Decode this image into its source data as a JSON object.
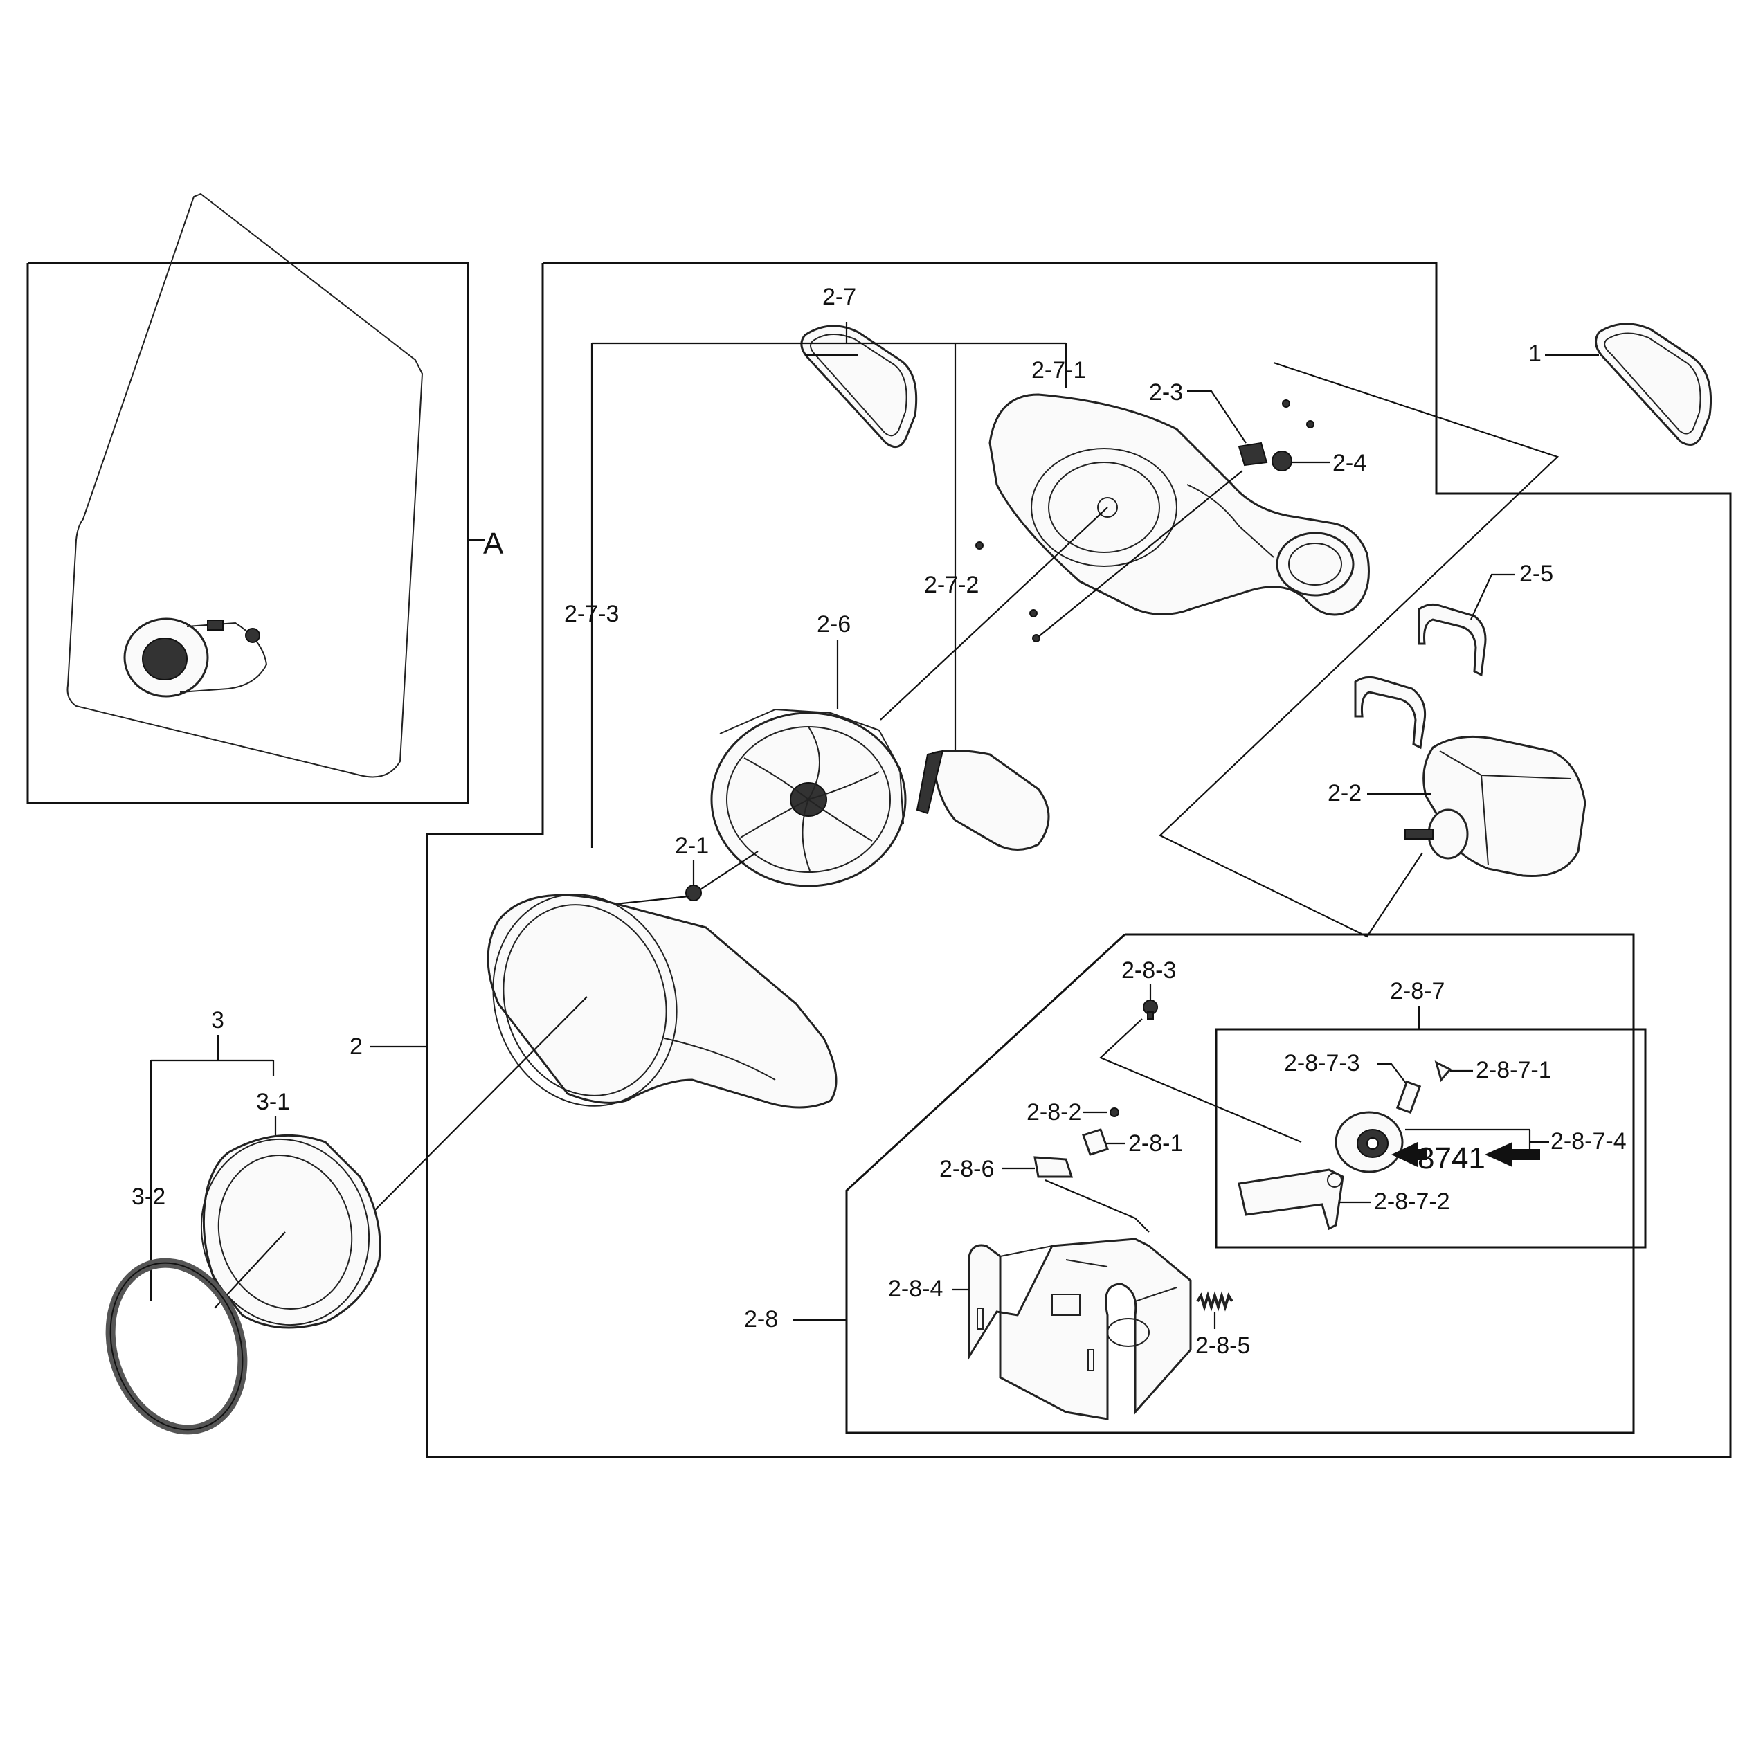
{
  "diagram": {
    "inset_label": "A",
    "callouts": {
      "c1": "1",
      "c2": "2",
      "c2_1": "2-1",
      "c2_2": "2-2",
      "c2_3": "2-3",
      "c2_4": "2-4",
      "c2_5": "2-5",
      "c2_6": "2-6",
      "c2_7": "2-7",
      "c2_7_1": "2-7-1",
      "c2_7_2": "2-7-2",
      "c2_7_3": "2-7-3",
      "c2_8": "2-8",
      "c2_8_1": "2-8-1",
      "c2_8_2": "2-8-2",
      "c2_8_3": "2-8-3",
      "c2_8_4": "2-8-4",
      "c2_8_5": "2-8-5",
      "c2_8_6": "2-8-6",
      "c2_8_7": "2-8-7",
      "c2_8_7_1": "2-8-7-1",
      "c2_8_7_2": "2-8-7-2",
      "c2_8_7_3": "2-8-7-3",
      "c2_8_7_4": "2-8-7-4",
      "c3": "3",
      "c3_1": "3-1",
      "c3_2": "3-2"
    },
    "stamp_number": "8741"
  }
}
